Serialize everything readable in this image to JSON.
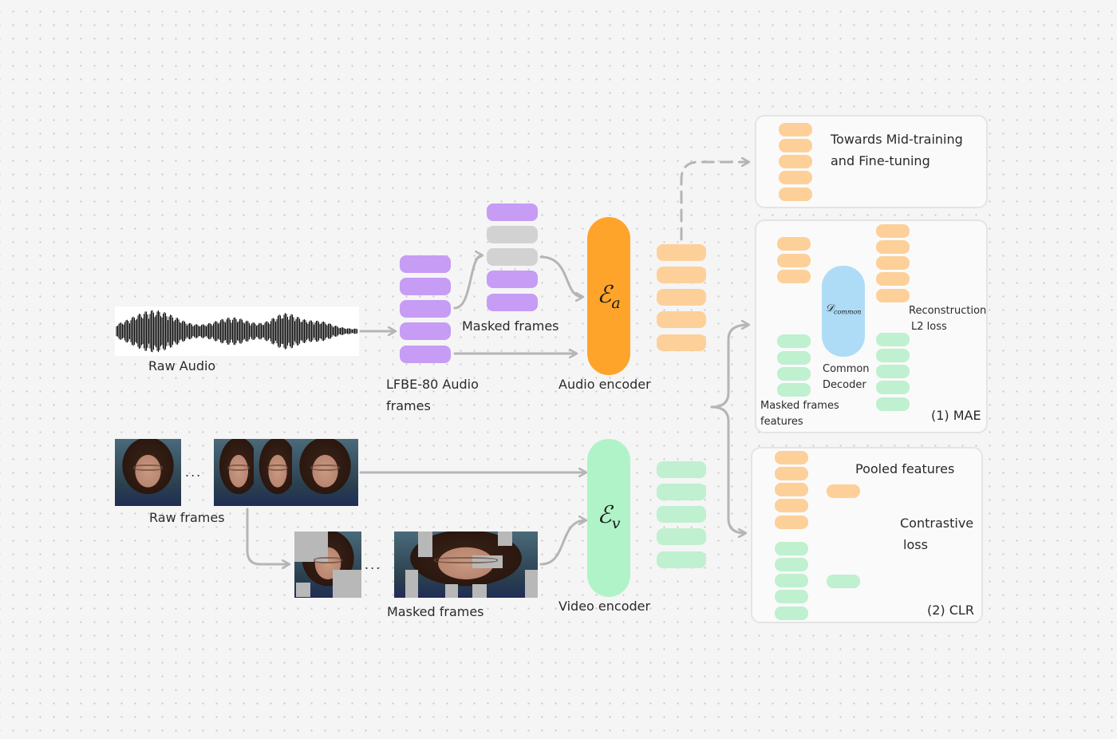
{
  "labels": {
    "raw_audio": "Raw Audio",
    "lfbe_line1": "LFBE-80 Audio",
    "lfbe_line2": "frames",
    "masked_frames_audio": "Masked frames",
    "audio_encoder": "Audio encoder",
    "raw_frames": "Raw frames",
    "masked_frames_video": "Masked frames",
    "video_encoder": "Video encoder",
    "ellipsis": "..."
  },
  "encoders": {
    "audio_symbol": "ℰ",
    "audio_sub": "a",
    "video_symbol": "ℰ",
    "video_sub": "v"
  },
  "panels": {
    "towards": {
      "line1": "Towards Mid-training",
      "line2": "and Fine-tuning"
    },
    "mae": {
      "decoder_symbol": "𝒟",
      "decoder_sub": "common",
      "decoder_line1": "Common",
      "decoder_line2": "Decoder",
      "recon_line1": "Reconstruction",
      "recon_line2": "L2 loss",
      "masked_line1": "Masked frames",
      "masked_line2": "features",
      "tag": "(1) MAE"
    },
    "clr": {
      "pooled": "Pooled features",
      "contrastive_line1": "Contrastive",
      "contrastive_line2": "loss",
      "tag": "(2) CLR"
    }
  },
  "colors": {
    "audio_token": "#c69cf4",
    "masked_token": "#d2d2d2",
    "audio_feature": "#fdd09a",
    "video_feature": "#bff0cf",
    "audio_encoder": "#ffa42a",
    "video_encoder": "#b0f3c8",
    "decoder": "#aedcf7",
    "arrow": "#b5b5b5"
  }
}
